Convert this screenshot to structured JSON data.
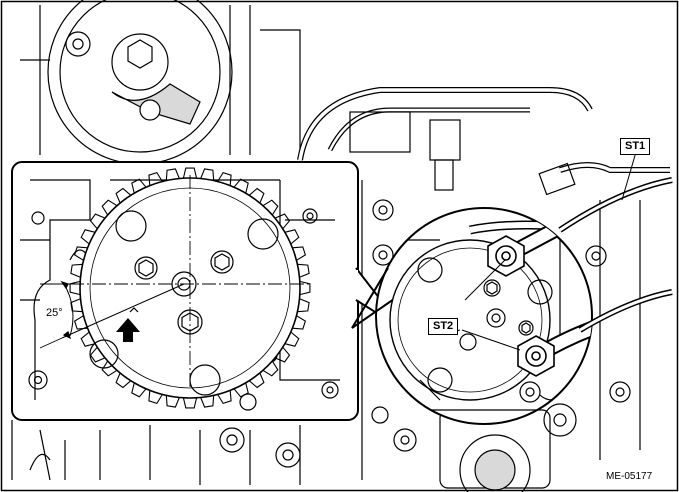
{
  "labels": {
    "st1": "ST1",
    "st2": "ST2",
    "angle": "25°",
    "figure_code": "ME-05177"
  },
  "icons": {
    "pointer": "arrow-up-icon"
  },
  "colors": {
    "line": "#000000",
    "background": "#ffffff",
    "shade": "#d9d9d9"
  }
}
